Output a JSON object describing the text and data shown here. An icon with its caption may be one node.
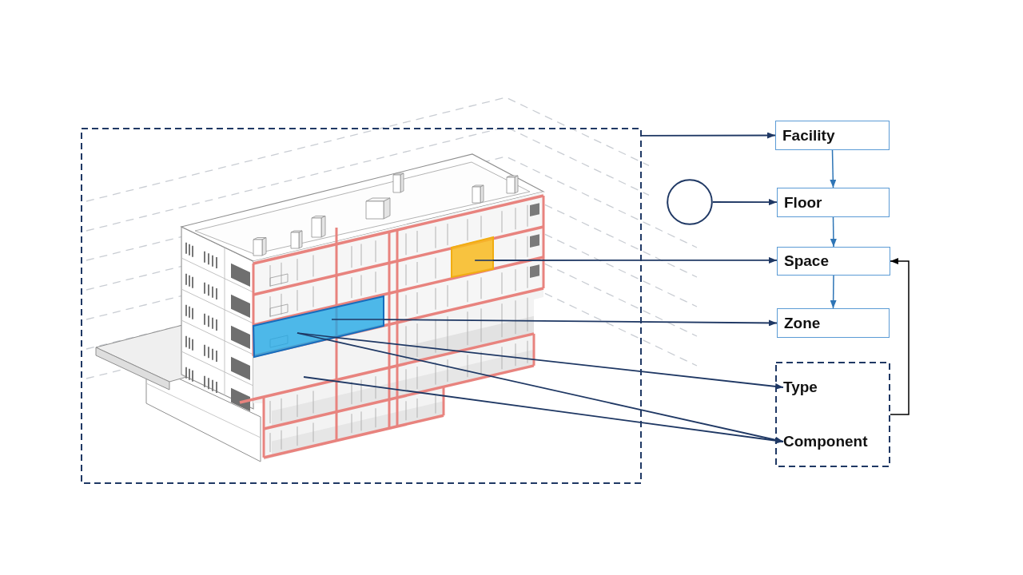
{
  "diagram": {
    "nodes": [
      {
        "text": [],
        "shape": "box"
      },
      {
        "text": [],
        "shape": "parallelogram",
        "in": 0
      },
      {
        "text": [],
        "shape": "parallelogram",
        "in": 0
      },
      {
        "text": [],
        "shape": "circle"
      },
      {
        "text": [
          "Facility"
        ]
      },
      {
        "text": [
          "Floor"
        ]
      },
      {
        "text": [
          "Space"
        ]
      },
      {
        "text": [
          "Zone"
        ]
      },
      {
        "text": [],
        "shape": "box"
      },
      {
        "text": [
          "Type"
        ],
        "in": 8
      },
      {
        "text": [
          "Component"
        ],
        "in": 8
      }
    ],
    "edges": [
      {
        "from": 0,
        "to": 4,
        "arrow": "to"
      },
      {
        "from": 4,
        "to": 5,
        "arrow": "to",
        "color": "#2e75b6"
      },
      {
        "from": 5,
        "to": 6,
        "arrow": "to",
        "color": "#2e75b6"
      },
      {
        "from": 6,
        "to": 7,
        "arrow": "to",
        "color": "#2e75b6"
      },
      {
        "from": 3,
        "to": 5,
        "arrow": "to"
      },
      {
        "from": 1,
        "to": 6,
        "arrow": "to"
      },
      {
        "from": 2,
        "to": 7,
        "arrow": "to"
      },
      {
        "from": 2,
        "to": 9,
        "arrow": "to"
      },
      {
        "from": 2,
        "to": 10,
        "arrow": "to"
      },
      {
        "from": null,
        "to": 10,
        "arrow": "to"
      },
      {
        "from": 8,
        "to": 6,
        "arrow": "to",
        "color": "#000000"
      }
    ]
  }
}
